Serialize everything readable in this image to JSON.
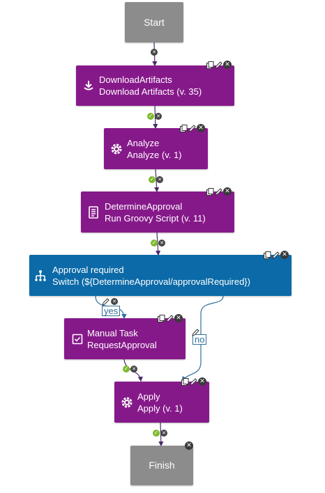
{
  "colors": {
    "step": "#86198a",
    "switch": "#0b6aa7",
    "terminal": "#8c8c8c",
    "edge": "#4b2a6b",
    "edge_switch": "#2f6f9a",
    "ok": "#7dbb2e"
  },
  "nodes": {
    "start": {
      "label": "Start"
    },
    "download": {
      "name": "DownloadArtifacts",
      "step": "Download Artifacts (v. 35)",
      "icon": "download-icon"
    },
    "analyze": {
      "name": "Analyze",
      "step": "Analyze (v. 1)",
      "icon": "gear-icon"
    },
    "determine": {
      "name": "DetermineApproval",
      "step": "Run Groovy Script (v. 11)",
      "icon": "script-icon"
    },
    "switch": {
      "name": "Approval required",
      "step": "Switch (${DetermineApproval/approvalRequired})",
      "icon": "switch-icon"
    },
    "manual": {
      "name": "Manual Task",
      "step": "RequestApproval",
      "icon": "task-icon"
    },
    "apply": {
      "name": "Apply",
      "step": "Apply (v. 1)",
      "icon": "gear-icon"
    },
    "finish": {
      "label": "Finish"
    }
  },
  "edge_labels": {
    "yes": "yes",
    "no": "no"
  },
  "toolbar_icons": [
    "copy-icon",
    "edit-icon",
    "delete-icon"
  ]
}
